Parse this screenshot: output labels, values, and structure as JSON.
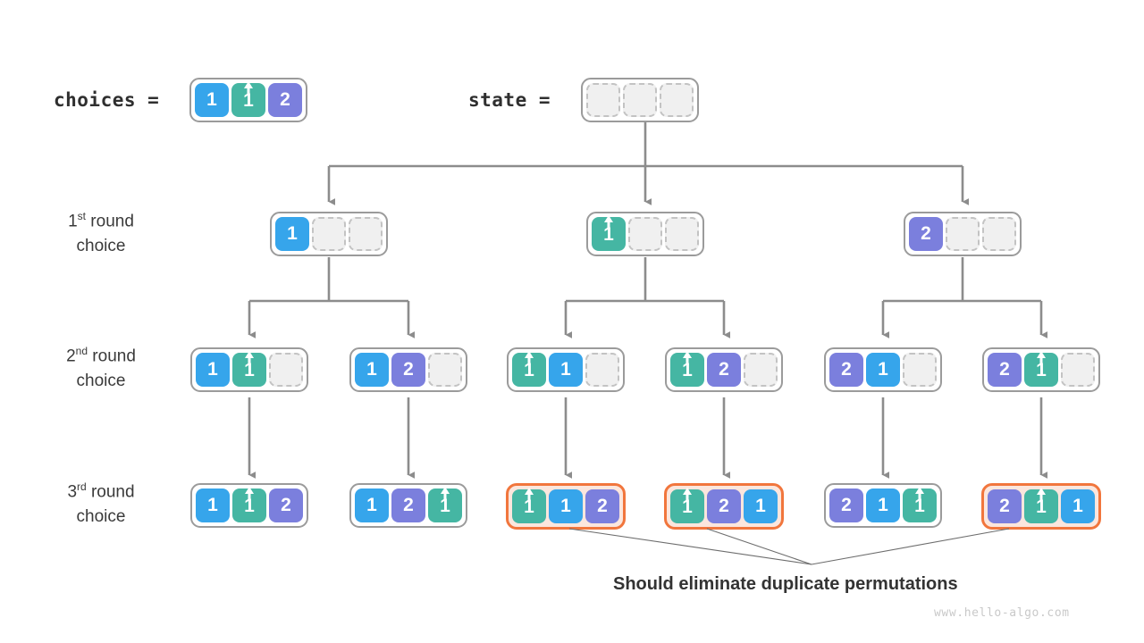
{
  "page": {
    "title": "Permutation backtracking tree with duplicate elimination",
    "background": "#ffffff",
    "watermark": "www.hello-algo.com"
  },
  "palette": {
    "blue": "#36a5eb",
    "teal": "#45b6a3",
    "purple": "#7b7fdd",
    "empty_fill": "#f0f0f0",
    "empty_border": "#c3c3c3",
    "frame_border": "#9b9b9b",
    "highlight_border": "#f1763d",
    "highlight_fill": "#fbe6dd",
    "arrow": "#8c8c8c",
    "text": "#2f2f2f",
    "watermark": "#c9c9c9"
  },
  "header": {
    "choices_label": "choices =",
    "choices_cells": [
      {
        "value": "1",
        "color": "blue",
        "kind": "filled"
      },
      {
        "value": "1̂",
        "color": "teal",
        "kind": "hat"
      },
      {
        "value": "2",
        "color": "purple",
        "kind": "filled"
      }
    ],
    "state_label": "state =",
    "state_cells": [
      {
        "value": "",
        "color": "empty",
        "kind": "empty"
      },
      {
        "value": "",
        "color": "empty",
        "kind": "empty"
      },
      {
        "value": "",
        "color": "empty",
        "kind": "empty"
      }
    ]
  },
  "rows": [
    {
      "id": "round-1",
      "label_line1": "1st round",
      "label_line2": "choice",
      "ordinal_number": "1",
      "ordinal_suffix": "st",
      "nodes": [
        {
          "id": "r1n1",
          "highlight": false,
          "cells": [
            {
              "value": "1",
              "color": "blue",
              "kind": "filled"
            },
            {
              "value": "",
              "color": "empty",
              "kind": "empty"
            },
            {
              "value": "",
              "color": "empty",
              "kind": "empty"
            }
          ]
        },
        {
          "id": "r1n2",
          "highlight": false,
          "cells": [
            {
              "value": "1̂",
              "color": "teal",
              "kind": "hat"
            },
            {
              "value": "",
              "color": "empty",
              "kind": "empty"
            },
            {
              "value": "",
              "color": "empty",
              "kind": "empty"
            }
          ]
        },
        {
          "id": "r1n3",
          "highlight": false,
          "cells": [
            {
              "value": "2",
              "color": "purple",
              "kind": "filled"
            },
            {
              "value": "",
              "color": "empty",
              "kind": "empty"
            },
            {
              "value": "",
              "color": "empty",
              "kind": "empty"
            }
          ]
        }
      ]
    },
    {
      "id": "round-2",
      "label_line1": "2nd round",
      "label_line2": "choice",
      "ordinal_number": "2",
      "ordinal_suffix": "nd",
      "nodes": [
        {
          "id": "r2n1",
          "highlight": false,
          "cells": [
            {
              "value": "1",
              "color": "blue",
              "kind": "filled"
            },
            {
              "value": "1̂",
              "color": "teal",
              "kind": "hat"
            },
            {
              "value": "",
              "color": "empty",
              "kind": "empty"
            }
          ]
        },
        {
          "id": "r2n2",
          "highlight": false,
          "cells": [
            {
              "value": "1",
              "color": "blue",
              "kind": "filled"
            },
            {
              "value": "2",
              "color": "purple",
              "kind": "filled"
            },
            {
              "value": "",
              "color": "empty",
              "kind": "empty"
            }
          ]
        },
        {
          "id": "r2n3",
          "highlight": false,
          "cells": [
            {
              "value": "1̂",
              "color": "teal",
              "kind": "hat"
            },
            {
              "value": "1",
              "color": "blue",
              "kind": "filled"
            },
            {
              "value": "",
              "color": "empty",
              "kind": "empty"
            }
          ]
        },
        {
          "id": "r2n4",
          "highlight": false,
          "cells": [
            {
              "value": "1̂",
              "color": "teal",
              "kind": "hat"
            },
            {
              "value": "2",
              "color": "purple",
              "kind": "filled"
            },
            {
              "value": "",
              "color": "empty",
              "kind": "empty"
            }
          ]
        },
        {
          "id": "r2n5",
          "highlight": false,
          "cells": [
            {
              "value": "2",
              "color": "purple",
              "kind": "filled"
            },
            {
              "value": "1",
              "color": "blue",
              "kind": "filled"
            },
            {
              "value": "",
              "color": "empty",
              "kind": "empty"
            }
          ]
        },
        {
          "id": "r2n6",
          "highlight": false,
          "cells": [
            {
              "value": "2",
              "color": "purple",
              "kind": "filled"
            },
            {
              "value": "1̂",
              "color": "teal",
              "kind": "hat"
            },
            {
              "value": "",
              "color": "empty",
              "kind": "empty"
            }
          ]
        }
      ]
    },
    {
      "id": "round-3",
      "label_line1": "3rd round",
      "label_line2": "choice",
      "ordinal_number": "3",
      "ordinal_suffix": "rd",
      "nodes": [
        {
          "id": "r3n1",
          "highlight": false,
          "cells": [
            {
              "value": "1",
              "color": "blue",
              "kind": "filled"
            },
            {
              "value": "1̂",
              "color": "teal",
              "kind": "hat"
            },
            {
              "value": "2",
              "color": "purple",
              "kind": "filled"
            }
          ]
        },
        {
          "id": "r3n2",
          "highlight": false,
          "cells": [
            {
              "value": "1",
              "color": "blue",
              "kind": "filled"
            },
            {
              "value": "2",
              "color": "purple",
              "kind": "filled"
            },
            {
              "value": "1̂",
              "color": "teal",
              "kind": "hat"
            }
          ]
        },
        {
          "id": "r3n3",
          "highlight": true,
          "cells": [
            {
              "value": "1̂",
              "color": "teal",
              "kind": "hat"
            },
            {
              "value": "1",
              "color": "blue",
              "kind": "filled"
            },
            {
              "value": "2",
              "color": "purple",
              "kind": "filled"
            }
          ]
        },
        {
          "id": "r3n4",
          "highlight": true,
          "cells": [
            {
              "value": "1̂",
              "color": "teal",
              "kind": "hat"
            },
            {
              "value": "2",
              "color": "purple",
              "kind": "filled"
            },
            {
              "value": "1",
              "color": "blue",
              "kind": "filled"
            }
          ]
        },
        {
          "id": "r3n5",
          "highlight": false,
          "cells": [
            {
              "value": "2",
              "color": "purple",
              "kind": "filled"
            },
            {
              "value": "1",
              "color": "blue",
              "kind": "filled"
            },
            {
              "value": "1̂",
              "color": "teal",
              "kind": "hat"
            }
          ]
        },
        {
          "id": "r3n6",
          "highlight": true,
          "cells": [
            {
              "value": "2",
              "color": "purple",
              "kind": "filled"
            },
            {
              "value": "1̂",
              "color": "teal",
              "kind": "hat"
            },
            {
              "value": "1",
              "color": "blue",
              "kind": "filled"
            }
          ]
        }
      ]
    }
  ],
  "annotation": {
    "caption": "Should eliminate duplicate permutations",
    "points_to": [
      "r3n3",
      "r3n4",
      "r3n6"
    ]
  }
}
